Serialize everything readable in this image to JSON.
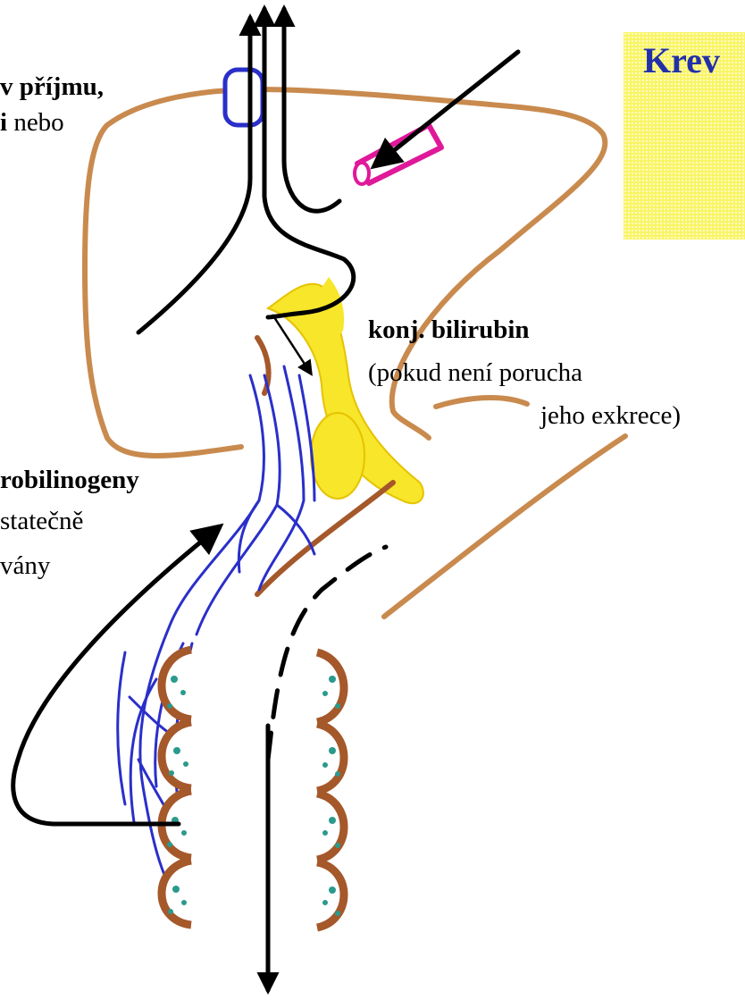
{
  "title": "Krev",
  "labels": {
    "top_left_line1": "v příjmu,",
    "top_left_line2_bold": "i",
    "top_left_line2_rest": " nebo",
    "conj_title": "konj. bilirubin",
    "conj_line2": "(pokud není porucha",
    "conj_line3": "jeho exkrece)",
    "uro_title": "robilinogeny",
    "uro_line2": "statečně",
    "uro_line3": "vány"
  },
  "colors": {
    "title_box": "#f9f565",
    "title_text": "#2230a8",
    "liver_outline": "#c98a4e",
    "blood_vessel": "#e0189a",
    "vein": "#2a2fc9",
    "bile": "#f7e629",
    "intestine_wall": "#a5582a",
    "intestine_content": "#2a9a8c",
    "arrows": "#000000"
  },
  "icons": [
    "liver-outline",
    "bile-duct",
    "portal-vein",
    "intestine",
    "flow-arrow"
  ]
}
